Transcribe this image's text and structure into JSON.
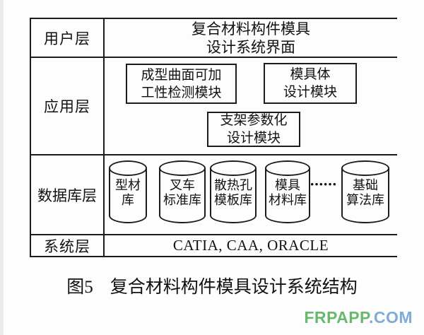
{
  "colors": {
    "line": "#1c1c1c",
    "background": "#fdfdfd"
  },
  "layers": {
    "user": {
      "label": "用户层",
      "content_line1": "复合材料构件模具",
      "content_line2": "设计系统界面"
    },
    "app": {
      "label": "应用层",
      "modules": [
        {
          "line1": "成型曲面可加",
          "line2": "工性检测模块"
        },
        {
          "line1": "模具体",
          "line2": "设计模块"
        },
        {
          "line1": "支架参数化",
          "line2": "设计模块"
        }
      ]
    },
    "db": {
      "label": "数据库层",
      "ellipsis": "······",
      "databases": [
        {
          "line1": "型材",
          "line2": "库"
        },
        {
          "line1": "叉车",
          "line2": "标准库"
        },
        {
          "line1": "散热孔",
          "line2": "模板库"
        },
        {
          "line1": "模具",
          "line2": "材料库"
        },
        {
          "line1": "基础",
          "line2": "算法库"
        }
      ]
    },
    "sys": {
      "label": "系统层",
      "content": "CATIA, CAA, ORACLE"
    }
  },
  "caption": {
    "prefix": "图5",
    "title": "复合材料构件模具设计系统结构"
  },
  "watermark": {
    "name": "FRPAPP",
    "tld": ".COM",
    "name_color": "#68b96c",
    "tld_color": "#7fabd9"
  }
}
